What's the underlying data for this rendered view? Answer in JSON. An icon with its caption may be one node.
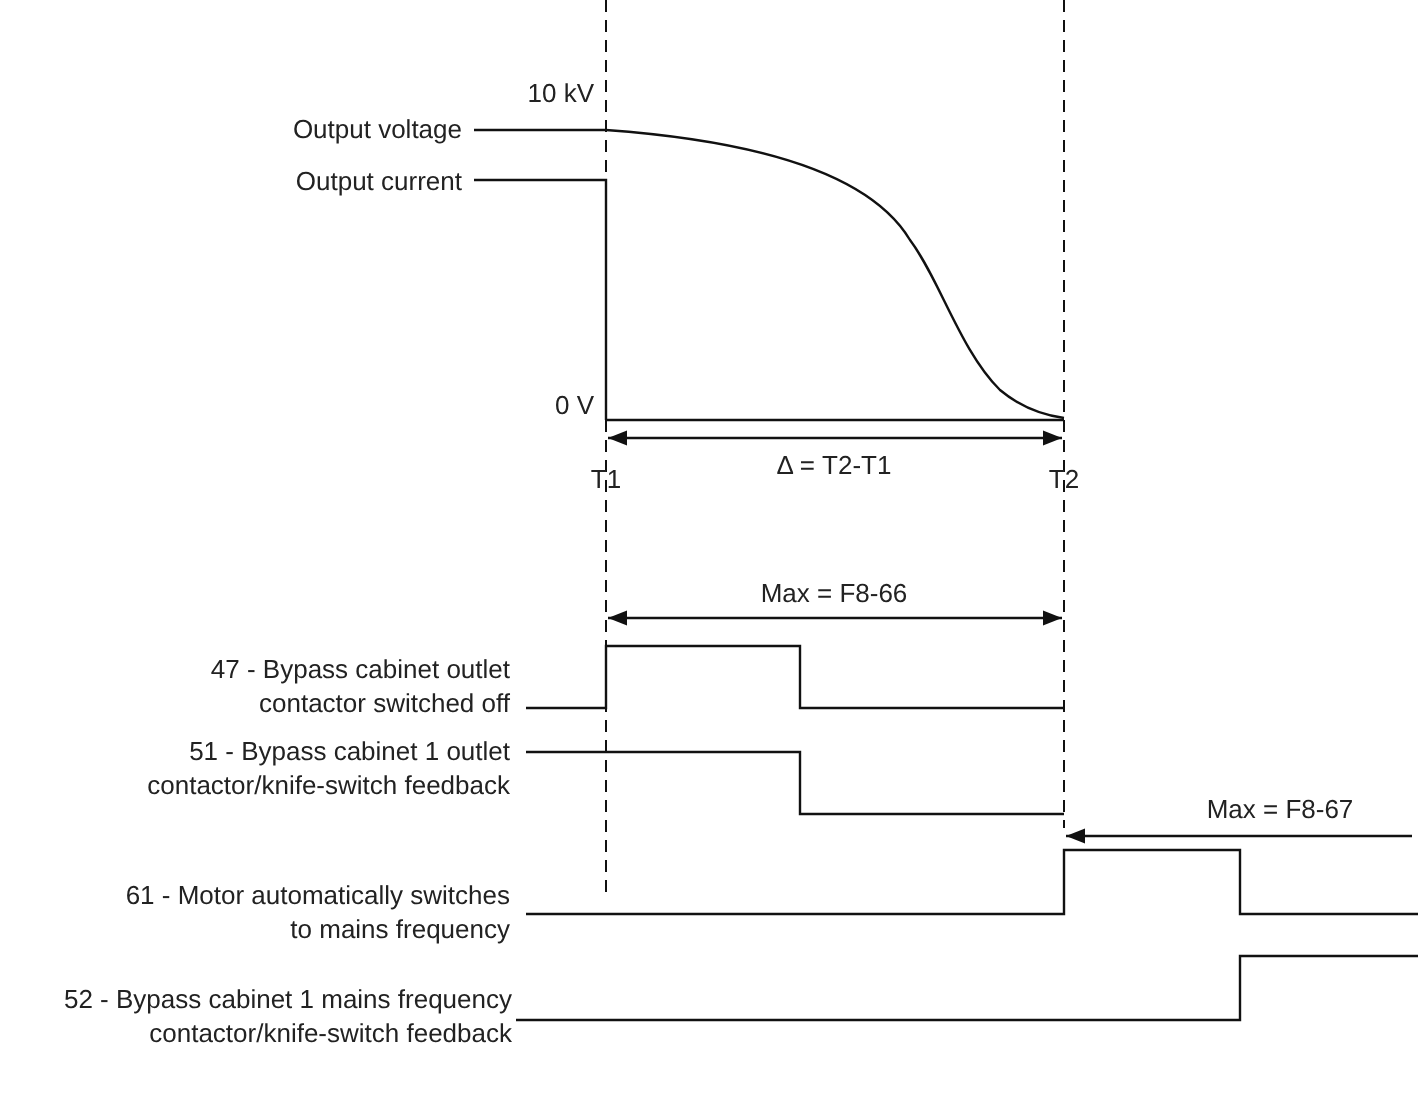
{
  "diagram": {
    "labels": [
      "10 kV",
      "Output voltage",
      "Output current",
      "0 V",
      "T1",
      "Δ = T2-T1",
      "T2",
      "Max = F8-66",
      "47 - Bypass cabinet outlet contactor switched off",
      "51 - Bypass cabinet 1 outlet contactor/knife-switch feedback",
      "Max = F8-67",
      "61 - Motor automatically switches to mains frequency",
      "52 - Bypass cabinet 1 mains frequency contactor/knife-switch feedback"
    ]
  }
}
